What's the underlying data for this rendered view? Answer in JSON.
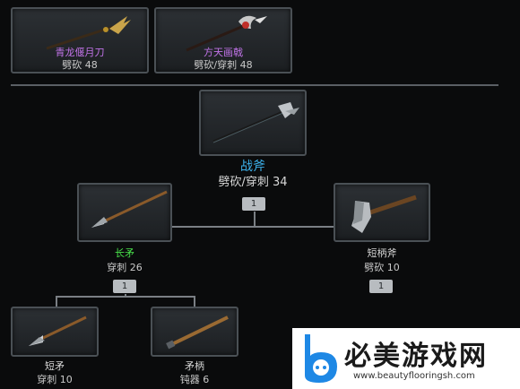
{
  "top_row": [
    {
      "name": "青龙偃月刀",
      "stat": "劈砍 48"
    },
    {
      "name": "方天画戟",
      "stat": "劈砍/穿刺 48"
    }
  ],
  "root": {
    "name": "战斧",
    "stat": "劈砍/穿刺 34",
    "badge": "1"
  },
  "left": {
    "name": "长矛",
    "stat": "穿刺 26",
    "badge": "1"
  },
  "right": {
    "name": "短柄斧",
    "stat": "劈砍 10",
    "badge": "1"
  },
  "leaf1": {
    "name": "短矛",
    "stat": "穿刺 10"
  },
  "leaf2": {
    "name": "矛柄",
    "stat": "钝器 6"
  },
  "watermark": {
    "text": "必美游戏网",
    "url": "www.beautyflooringsh.com"
  },
  "colors": {
    "purple": "#c173e8",
    "blue": "#3db2ec",
    "green": "#48e04a"
  }
}
